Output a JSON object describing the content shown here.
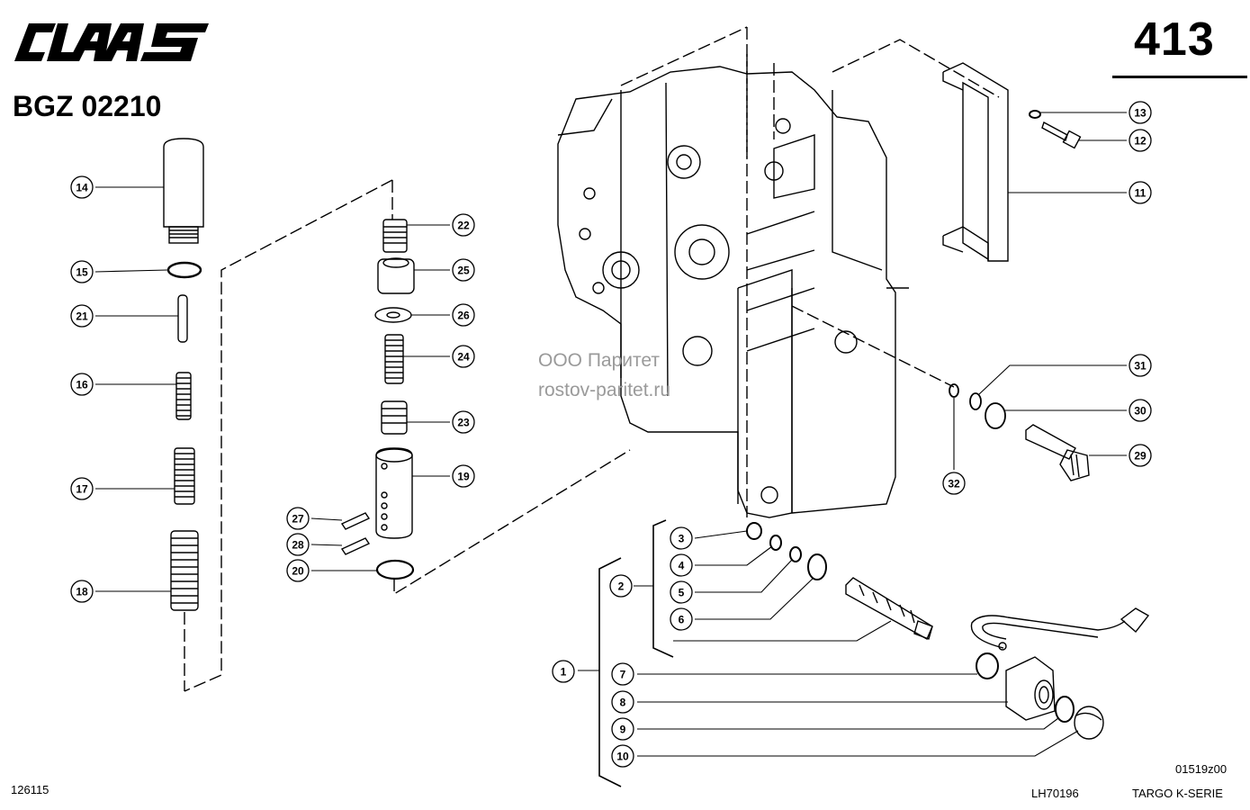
{
  "header": {
    "brand": "CLAAS",
    "page_number": "413",
    "group_code": "BGZ 02210"
  },
  "footer": {
    "doc_number": "126115",
    "drawing_id": "01519z00",
    "lh_code": "LH70196",
    "series": "TARGO K-SERIE"
  },
  "watermark": {
    "line1": "ООО Паритет",
    "line2": "rostov-paritet.ru"
  },
  "callouts": [
    {
      "label": "1"
    },
    {
      "label": "2"
    },
    {
      "label": "3"
    },
    {
      "label": "4"
    },
    {
      "label": "5"
    },
    {
      "label": "6"
    },
    {
      "label": "7"
    },
    {
      "label": "8"
    },
    {
      "label": "9"
    },
    {
      "label": "10"
    },
    {
      "label": "11"
    },
    {
      "label": "12"
    },
    {
      "label": "13"
    },
    {
      "label": "14"
    },
    {
      "label": "15"
    },
    {
      "label": "16"
    },
    {
      "label": "17"
    },
    {
      "label": "18"
    },
    {
      "label": "19"
    },
    {
      "label": "20"
    },
    {
      "label": "21"
    },
    {
      "label": "22"
    },
    {
      "label": "23"
    },
    {
      "label": "24"
    },
    {
      "label": "25"
    },
    {
      "label": "26"
    },
    {
      "label": "27"
    },
    {
      "label": "28"
    },
    {
      "label": "29"
    },
    {
      "label": "30"
    },
    {
      "label": "31"
    },
    {
      "label": "32"
    }
  ]
}
